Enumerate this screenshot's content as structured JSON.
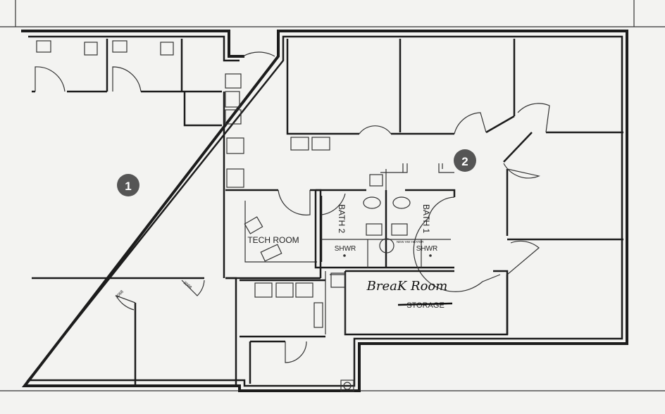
{
  "plan": {
    "markers": [
      {
        "label": "1"
      },
      {
        "label": "2"
      }
    ],
    "rooms": {
      "tech_room": "TECH ROOM",
      "bath_2": "BATH 2",
      "bath_1": "BATH 1",
      "shower_left": "SHWR",
      "shower_right": "SHWR",
      "water_heater": "NEW HW HEATER",
      "break_room": "BreaK Room",
      "storage_struck": "STORAGE"
    },
    "door_tags": [
      "3068",
      "3068"
    ]
  },
  "colors": {
    "walls": "#1c1c1c",
    "marker": "#555555",
    "paper": "#f3f3f1"
  }
}
